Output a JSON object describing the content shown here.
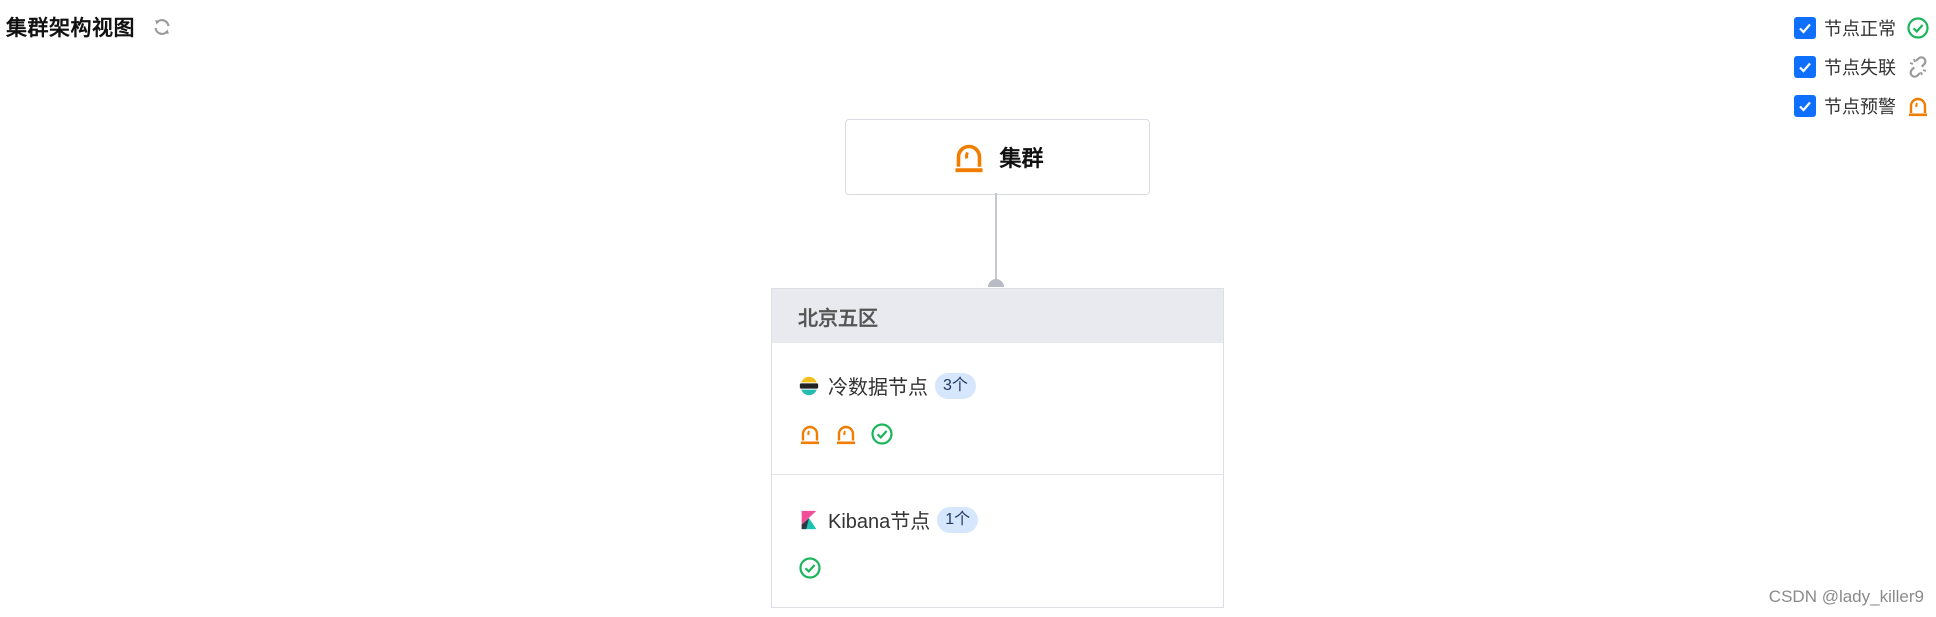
{
  "header": {
    "title": "集群架构视图",
    "refresh_icon": "refresh-icon"
  },
  "legend": {
    "items": [
      {
        "label": "节点正常",
        "checked": true,
        "icon": "check-circle-icon",
        "color": "#1bb55c"
      },
      {
        "label": "节点失联",
        "checked": true,
        "icon": "broken-link-icon",
        "color": "#999999"
      },
      {
        "label": "节点预警",
        "checked": true,
        "icon": "alarm-icon",
        "color": "#f07d00"
      }
    ],
    "checkbox_color": "#0f6fff"
  },
  "cluster": {
    "label": "集群",
    "icon": "alarm-icon"
  },
  "zone": {
    "title": "北京五区",
    "groups": [
      {
        "label": "冷数据节点",
        "count": "3个",
        "icon": "elasticsearch-icon",
        "statuses": [
          "alarm-icon",
          "alarm-icon",
          "check-circle-icon"
        ]
      },
      {
        "label": "Kibana节点",
        "count": "1个",
        "icon": "kibana-icon",
        "statuses": [
          "check-circle-icon"
        ]
      }
    ]
  },
  "watermark": "CSDN @lady_killer9"
}
